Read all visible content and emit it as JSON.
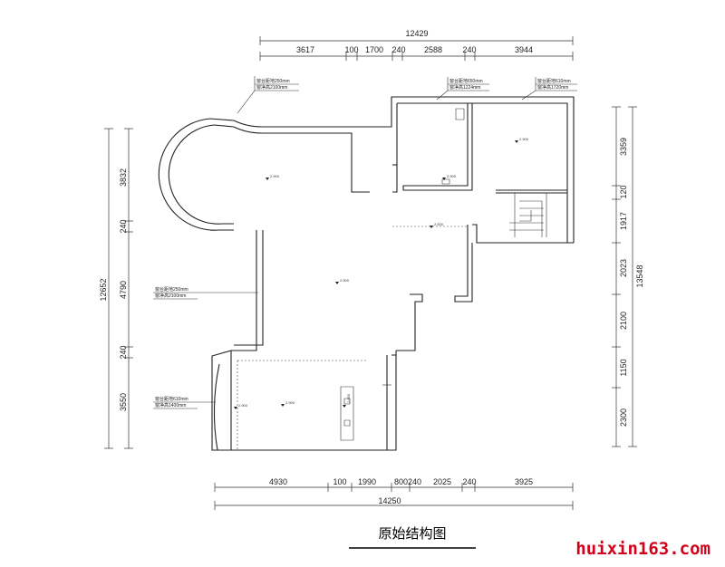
{
  "dimensions": {
    "top_total": "12429",
    "top_segments": [
      "3617",
      "100",
      "1700",
      "240",
      "2588",
      "240",
      "3944"
    ],
    "bottom_total": "14250",
    "bottom_segments": [
      "4930",
      "100",
      "1990",
      "800240",
      "2025",
      "240",
      "3925"
    ],
    "left_total": "12652",
    "left_segments": [
      "3832",
      "240",
      "4790",
      "240",
      "3550"
    ],
    "right_total": "13548",
    "right_segments": [
      "3359",
      "120",
      "1917",
      "2023",
      "2100",
      "1150",
      "2300"
    ]
  },
  "window_notes": [
    {
      "sill": "窗台距地250mm",
      "height": "窗净高2100mm"
    },
    {
      "sill": "窗台距地650mm",
      "height": "窗净高1224mm"
    },
    {
      "sill": "窗台距地610mm",
      "height": "窗净高1720mm"
    },
    {
      "sill": "窗台距地250mm",
      "height": "窗净高2100mm"
    },
    {
      "sill": "窗台距地610mm",
      "height": "窗净高1400mm"
    }
  ],
  "elevations": [
    "2.900",
    "2.900",
    "2.900",
    "2.500",
    "2.900",
    "2.900",
    "2.900",
    "2.850"
  ],
  "title": "原始结构图",
  "watermark": "huixin163.com",
  "colors": {
    "watermark": "#d1021b",
    "line": "#222222"
  }
}
